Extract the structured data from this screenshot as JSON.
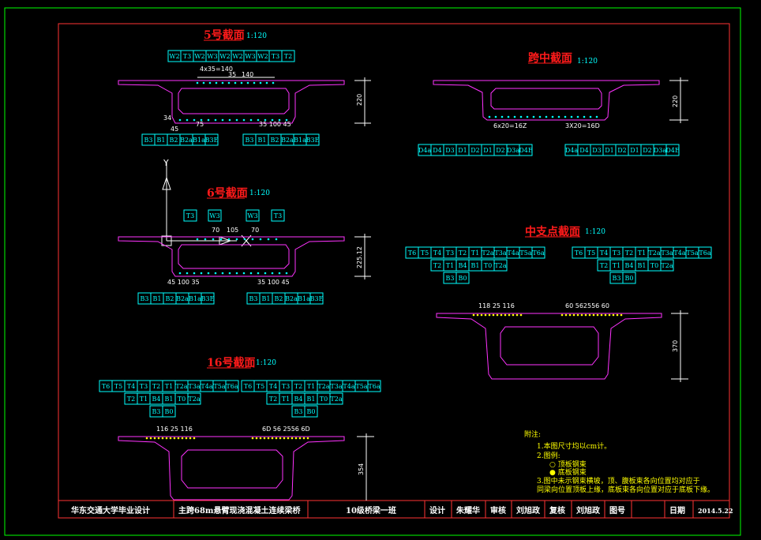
{
  "sections": {
    "s5": {
      "title": "5号截面",
      "scale": "1:120"
    },
    "s6": {
      "title": "6号截面",
      "scale": "1:120"
    },
    "s16": {
      "title": "16号截面",
      "scale": "1:120"
    },
    "mid": {
      "title": "跨中截面",
      "scale": "1:120"
    },
    "sup": {
      "title": "中支点截面",
      "scale": "1:120"
    }
  },
  "tables": {
    "s5_top": [
      "W2",
      "T3",
      "W2",
      "W3",
      "W2",
      "W2",
      "W3",
      "W2",
      "T3",
      "T2"
    ],
    "s5_bl": [
      "B3",
      "B1",
      "B2",
      "B2a",
      "B1a",
      "B3E"
    ],
    "s5_br": [
      "B3",
      "B1",
      "B2",
      "B2a",
      "B1a",
      "B3E"
    ],
    "s6_top": [
      "T3",
      "W3",
      "W3",
      "T3"
    ],
    "s6_bl": [
      "B3",
      "B1",
      "B2",
      "B2a",
      "B1a",
      "B3E"
    ],
    "s6_br": [
      "B3",
      "B1",
      "B2",
      "B2a",
      "B1a",
      "B3E"
    ],
    "mid_l": [
      "D4a",
      "D4",
      "D3",
      "D1",
      "D2",
      "D1",
      "D2",
      "D3a",
      "D4E"
    ],
    "mid_r": [
      "D4a",
      "D4",
      "D3",
      "D1",
      "D2",
      "D1",
      "D2",
      "D3a",
      "D4E"
    ],
    "t_row1": [
      "T6",
      "T5",
      "T4",
      "T3",
      "T2",
      "T1",
      "T2a",
      "T3a",
      "T4a",
      "T5a",
      "T6a"
    ],
    "t_row2": [
      "T2",
      "T1",
      "B4",
      "B1",
      "T0",
      "T2a"
    ],
    "t_row3": [
      "B3",
      "B0"
    ]
  },
  "dims": {
    "s5_top": "4x35=140",
    "s5_top2": "35",
    "s5_top3": "140",
    "s5_height": "220",
    "s5_bot": "45",
    "s5_bot2": "75",
    "s5_bot3": "35 100 45",
    "s5_side": "34",
    "s6_top": "70",
    "s6_top2": "105",
    "s6_top3": "70",
    "s6_height": "225.12",
    "s6_bot": "45 100 35",
    "s6_bot2": "35 100 45",
    "mid_height": "220",
    "mid_bot_l": "6x20=16Z",
    "mid_bot_r": "3X20=16D",
    "sup_top_l": "118 25 116",
    "sup_top_r": "60 562556 60",
    "sup_height": "370",
    "s16_top_l": "116 25 116",
    "s16_top_r": "6D 56 2556 6D",
    "s16_height": "354"
  },
  "notes": {
    "heading": "附注:",
    "n1": "1.本图尺寸均以cm计。",
    "n2": "2.图例:",
    "n2a": "○ 顶板钢束",
    "n2b": "● 底板钢束",
    "n3": "3.图中未示钢束横坡，顶、腹板束各向位置均对应于",
    "n3b": "   同梁向位置顶板上缘，底板束各向位置对应于底板下缘。"
  },
  "axis": {
    "y_label": "Y"
  },
  "title_block": {
    "school": "华东交通大学毕业设计",
    "project": "主跨68m悬臂现浇混凝土连续梁桥",
    "drawing": "10级桥梁一班",
    "design_label": "设计",
    "designer": "朱耀华",
    "check_label": "审核",
    "checker": "刘旭政",
    "review_label": "复核",
    "reviewer": "刘旭政",
    "figno_label": "图号",
    "date_label": "日期",
    "date": "2014.5.22"
  }
}
